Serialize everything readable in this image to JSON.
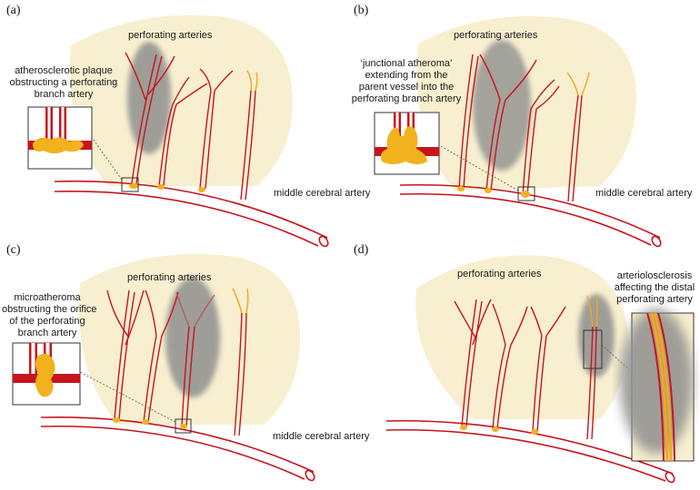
{
  "panels": [
    {
      "letter": "(a)",
      "perforating_label": "perforating arteries",
      "inset_lines": [
        "atherosclerotic plaque",
        "obstructing a perforating",
        "branch artery"
      ],
      "mca_label": "middle cerebral artery"
    },
    {
      "letter": "(b)",
      "perforating_label": "perforating arteries",
      "inset_lines": [
        "‘junctional atheroma’",
        "extending from the",
        "parent vessel into the",
        "perforating branch artery"
      ],
      "mca_label": "middle cerebral artery"
    },
    {
      "letter": "(c)",
      "perforating_label": "perforating arteries",
      "inset_lines": [
        "microatheroma",
        "obstructing the orifice",
        "of the perforating",
        "branch artery"
      ],
      "mca_label": "middle cerebral artery"
    },
    {
      "letter": "(d)",
      "perforating_label": "perforating arteries",
      "inset_lines": [
        "arteriolosclerosis",
        "affecting the distal",
        "perforating artery"
      ]
    }
  ],
  "colors": {
    "background_region": "#f7efcf",
    "infarct": "#8f8f8f",
    "artery": "#c8141c",
    "plaque": "#f2b21e"
  }
}
